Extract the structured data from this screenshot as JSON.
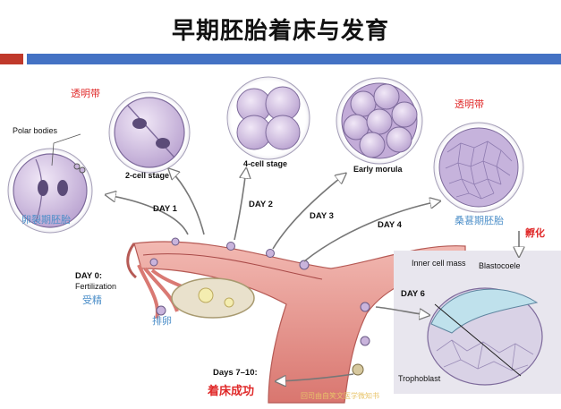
{
  "title": "早期胚胎着床与发育",
  "colors": {
    "accent_red": "#c0392b",
    "accent_blue": "#4472c4",
    "cell": "#c9b4dc",
    "nucleus": "#6a5a86",
    "uterus": "#e48f8a"
  },
  "stages": {
    "zona_top": "透明带",
    "polar_bodies": "Polar bodies",
    "two_cell": "2-cell stage",
    "four_cell": "4-cell stage",
    "early_morula": "Early morula",
    "zona_right": "透明带",
    "cleavage_cn": "卵裂期胚胎",
    "morula_cn": "桑葚期胚胎",
    "hatching": "孵化"
  },
  "days": {
    "day1": "DAY 1",
    "day2": "DAY 2",
    "day3": "DAY 3",
    "day4": "DAY 4",
    "day6": "DAY 6",
    "day0": "DAY 0:",
    "fertilization": "Fertilization",
    "fertilization_cn": "受精",
    "ovulation_cn": "排卵",
    "days_7_10": "Days 7–10:",
    "implantation_cn": "着床成功"
  },
  "blastocyst": {
    "inner_cell_mass": "Inner cell mass",
    "blastocoele": "Blastocoele",
    "trophoblast": "Trophoblast"
  },
  "watermark": "回司由自笑文医学微知书"
}
